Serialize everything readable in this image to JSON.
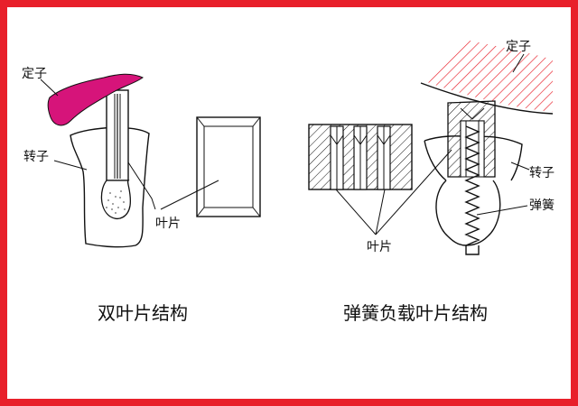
{
  "left_diagram": {
    "stator_label": "定子",
    "rotor_label": "转子",
    "vane_label": "叶片",
    "caption": "双叶片结构",
    "stator_color": "#d6147a"
  },
  "right_diagram": {
    "stator_label": "定子",
    "rotor_label": "转子",
    "spring_label": "弹簧",
    "vane_label": "叶片",
    "caption": "弹簧负载叶片结构",
    "hatch_color": "#e8202a"
  },
  "frame": {
    "border_color": "#e8202a"
  }
}
